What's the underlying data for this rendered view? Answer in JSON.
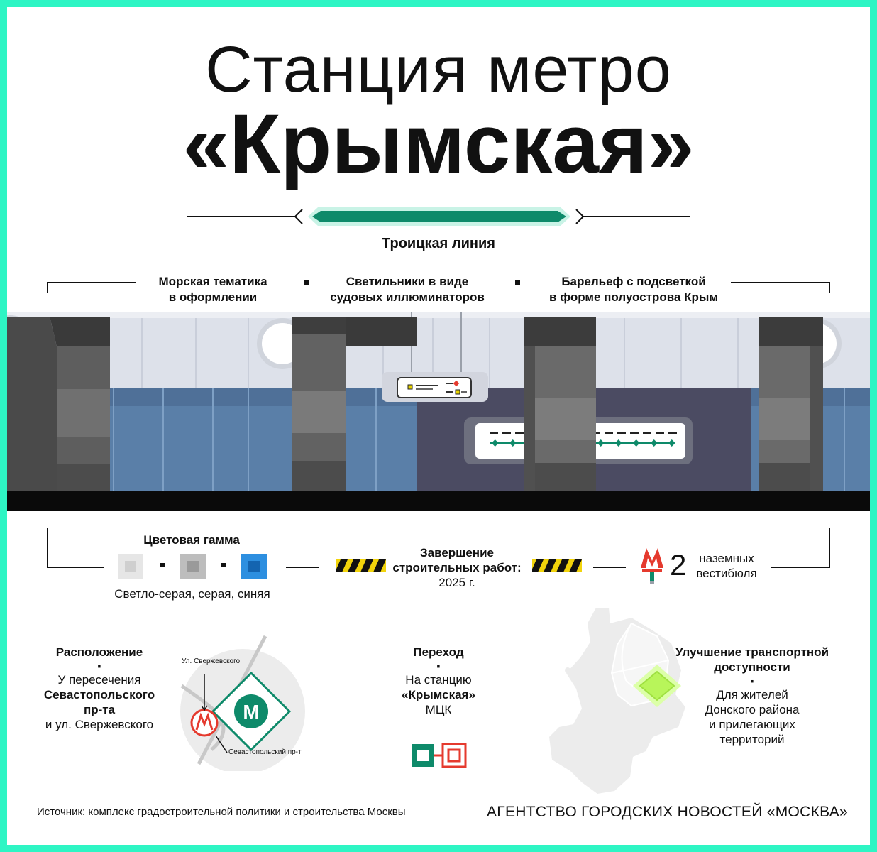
{
  "title": {
    "line1": "Станция метро",
    "line2": "«Крымская»"
  },
  "line_name": "Троицкая линия",
  "features": [
    {
      "line1": "Морская тематика",
      "line2": "в оформлении"
    },
    {
      "line1": "Светильники в виде",
      "line2": "судовых иллюминаторов"
    },
    {
      "line1": "Барельеф с подсветкой",
      "line2": "в форме полуострова Крым"
    }
  ],
  "colors": {
    "frame": "#2ef5c4",
    "line_green": "#0e8a6a",
    "swatch_light": "#e6e6e6",
    "swatch_gray": "#a8a8a8",
    "swatch_blue": "#1f7fd0",
    "metro_red": "#e53a2e"
  },
  "palette": {
    "title": "Цветовая гамма",
    "caption": "Светло-серая, серая, синяя"
  },
  "completion": {
    "line1": "Завершение",
    "line2": "строительных работ:",
    "year": "2025 г."
  },
  "vestibules": {
    "count": "2",
    "line1": "наземных",
    "line2": "вестибюля"
  },
  "location": {
    "title": "Расположение",
    "line1": "У пересечения",
    "line2": "Севастопольского",
    "line3": "пр-та",
    "line4": "и ул. Свержевского",
    "map_label_street": "Ул. Свержевского",
    "map_label_avenue": "Севастопольский пр-т",
    "icon_letter": "М"
  },
  "transfer": {
    "title": "Переход",
    "line1": "На станцию",
    "line2": "«Крымская»",
    "line3": "МЦК"
  },
  "transport": {
    "title_line1": "Улучшение транспортной",
    "title_line2": "доступности",
    "line1": "Для жителей",
    "line2": "Донского района",
    "line3": "и прилегающих",
    "line4": "территорий"
  },
  "source": "Источник: комплекс градостроительной политики и строительства Москвы",
  "agency": "АГЕНТСТВО ГОРОДСКИХ НОВОСТЕЙ «МОСКВА»"
}
